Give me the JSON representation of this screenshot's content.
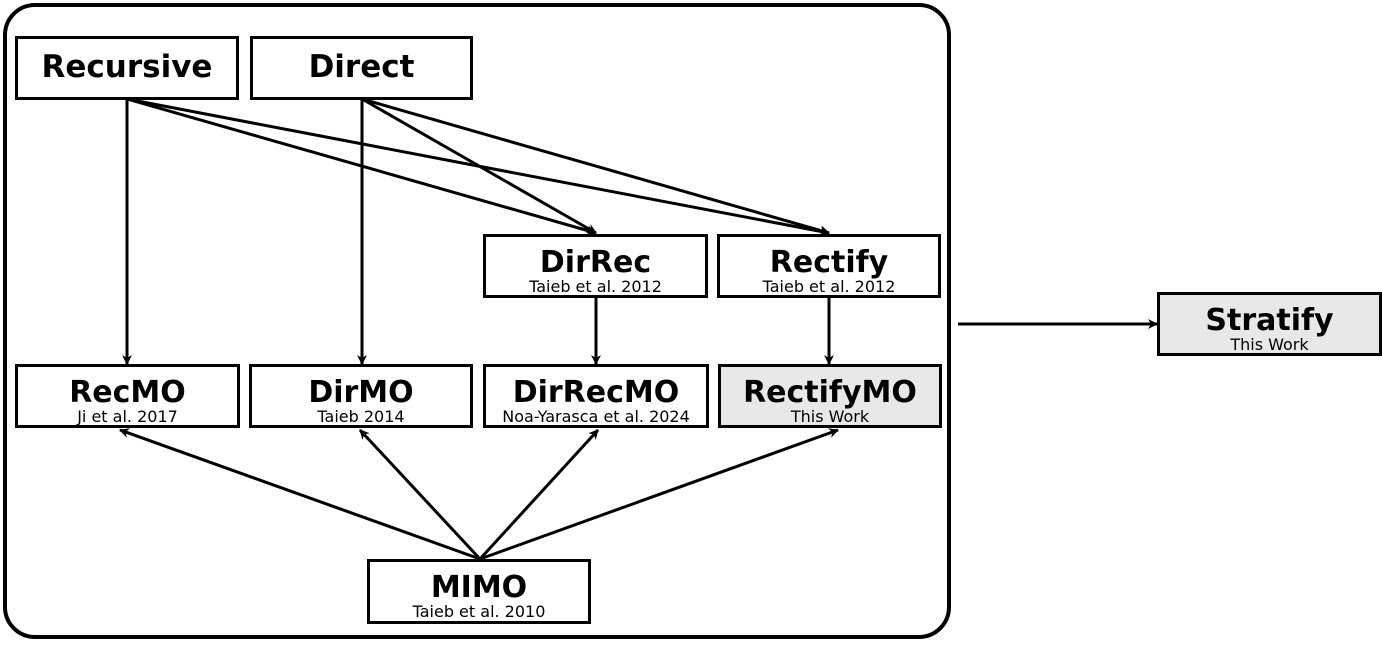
{
  "nodes": {
    "recursive": {
      "title": "Recursive"
    },
    "direct": {
      "title": "Direct"
    },
    "dirrec": {
      "title": "DirRec",
      "sub": "Taieb et al. 2012"
    },
    "rectify": {
      "title": "Rectify",
      "sub": "Taieb et al. 2012"
    },
    "recmo": {
      "title": "RecMO",
      "sub": "Ji et al. 2017"
    },
    "dirmo": {
      "title": "DirMO",
      "sub": "Taieb 2014"
    },
    "dirrecmo": {
      "title": "DirRecMO",
      "sub": "Noa-Yarasca et al. 2024"
    },
    "rectifymo": {
      "title": "RectifyMO",
      "sub": "This Work"
    },
    "mimo": {
      "title": "MIMO",
      "sub": "Taieb et al. 2010"
    },
    "stratify": {
      "title": "Stratify",
      "sub": "This Work"
    }
  },
  "colors": {
    "highlight_fill": "#e8e8e8",
    "stroke": "#000000"
  }
}
